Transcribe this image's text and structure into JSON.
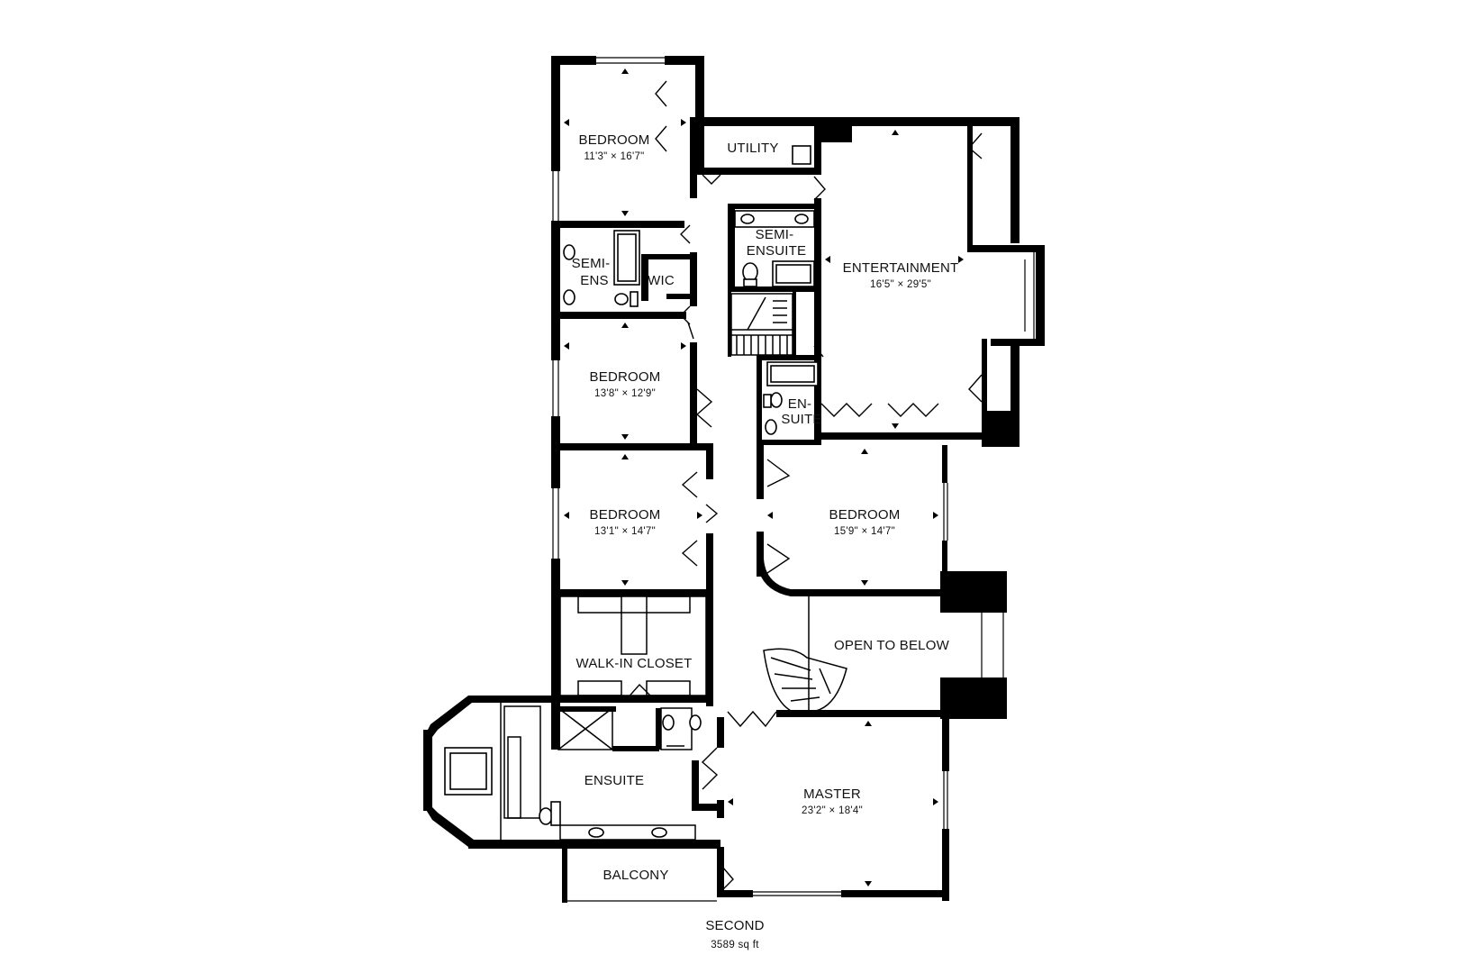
{
  "floor": {
    "name": "SECOND",
    "area": "3589 sq ft"
  },
  "rooms": {
    "bedroom1": {
      "name": "BEDROOM",
      "dims": "11'3\" × 16'7\""
    },
    "utility": {
      "name": "UTILITY"
    },
    "semi_ensuite_right": {
      "name_line1": "SEMI-",
      "name_line2": "ENSUITE"
    },
    "semi_ens_left": {
      "name_line1": "SEMI-",
      "name_line2": "ENS"
    },
    "wic": {
      "name": "WIC"
    },
    "entertainment": {
      "name": "ENTERTAINMENT",
      "dims": "16'5\" × 29'5\""
    },
    "bedroom2": {
      "name": "BEDROOM",
      "dims": "13'8\" × 12'9\""
    },
    "en_suite": {
      "name_line1": "EN-",
      "name_line2": "SUITE"
    },
    "bedroom3": {
      "name": "BEDROOM",
      "dims": "13'1\" × 14'7\""
    },
    "bedroom4": {
      "name": "BEDROOM",
      "dims": "15'9\" × 14'7\""
    },
    "open_to_below": {
      "name": "OPEN TO BELOW"
    },
    "walk_in_closet": {
      "name": "WALK-IN CLOSET"
    },
    "ensuite": {
      "name": "ENSUITE"
    },
    "master": {
      "name": "MASTER",
      "dims": "23'2\" × 18'4\""
    },
    "balcony": {
      "name": "BALCONY"
    }
  }
}
